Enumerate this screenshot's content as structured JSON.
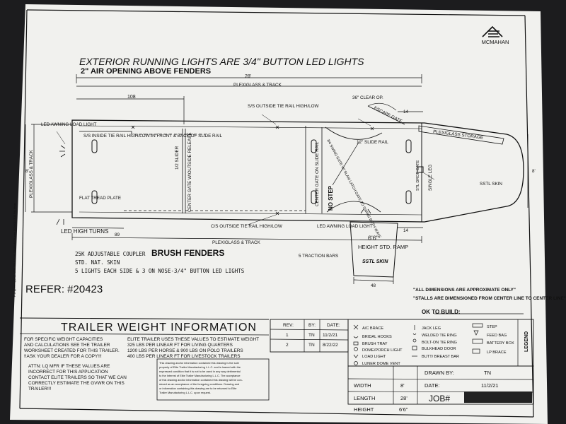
{
  "logo": {
    "name": "MCMAHAN",
    "mark": "E"
  },
  "notes": {
    "line1": "EXTERIOR RUNNING LIGHTS ARE 3/4\" BUTTON LED LIGHTS",
    "line2": "2\" AIR OPENING ABOVE FENDERS"
  },
  "dims": {
    "overall_length": "28'",
    "front_section": "108",
    "left_width": "8'",
    "right_width": "8'",
    "bottom_left": "89",
    "clear_op": "36\" CLEAR OP.",
    "dim_14_top": "14",
    "dim_14_bottom": "14",
    "ramp_width": "48"
  },
  "plan_labels": {
    "plexiglass_top": "PLEXIGLASS & TRACK",
    "plexiglass_bottom": "PLEXIGLASS & TRACK",
    "plexiglass_side": "PLEXIGLASS & TRACK",
    "ss_outside_tie": "S/S OUTSIDE TIE RAIL HIGH/LOW",
    "escape_gate": "ESCAPE GATE",
    "led_awning_top": "LED AWNING LOAD LIGHT",
    "ss_inside_tie": "S/S INSIDE TIE RAIL HIGH/LOW-IN FRONT & BACK OF SLIDE RAIL",
    "slider": "1/2 SLIDER",
    "center_gate_release": "CENTER GATE W/OUTSIDE RELEASE",
    "center_gate_rail": "CENTER GATE ON SLIDE RAIL",
    "no_step": "NO STEP",
    "swing_gate": "3/4 SWING GATE W/ SLAM LATCH GATE TO SWING BOTH WAYS",
    "slide_rail": "12\" SLIDE RAIL",
    "drop_gate": "STL DROP GATE",
    "single_leg": "SINGLE LEG",
    "plexiglass_storage": "PLEXIGLASS STORAGE",
    "sstl_skin": "SSTL SKIN",
    "flat_tread": "FLAT TREAD PLATE",
    "led_high_turns": "LED HIGH TURNS",
    "cs_outside_tie": "C/S OUTSIDE TIE RAIL HIGH/LOW",
    "led_awning_bottom": "LED AWNING LOAD LIGHT",
    "ramp_height": "6'6\"",
    "ramp_label": "HEIGHT STD. RAMP",
    "ramp_skin": "SSTL SKIN"
  },
  "specs": {
    "coupler": "25K ADJUSTABLE COUPLER",
    "skin": "STD. NAT. SKIN",
    "lights": "5 LIGHTS EACH SIDE & 3 ON NOSE-3/4\" BUTTON LED LIGHTS",
    "fenders": "BRUSH FENDERS",
    "traction": "5 TRACTION BARS"
  },
  "disclaimers": {
    "approx": "\"ALL DIMENSIONS ARE APPROXIMATE ONLY\"",
    "stalls": "\"STALLS ARE DIMENSIONED FROM CENTER LINE TO CENTER LINE\""
  },
  "refer": "REFER: #20423",
  "ok_to_build": "OK TO BUILD:",
  "weight": {
    "title": "TRAILER WEIGHT INFORMATION",
    "left": [
      "FOR SPECIFIC WEIGHT CAPACITIES",
      "AND CALCULATIONS SEE THE TRAILER",
      "WORKSHEET CREATED FOR THIS TRAILER.",
      "!!ASK YOUR DEALER FOR A COPY!!!"
    ],
    "right": [
      "ELITE TRAILER USES THESE VALUES TO ESTIMATE WEIGHT",
      "325 LBS PER LINEAR FT FOR LIVING QUARTERS",
      "1200 LBS PER HORSE & 900 LBS ON POLO TRAILERS",
      "400 LBS PER LINEAR FT FOR LIVESTOCK TRAILERS"
    ],
    "attn": [
      "ATTN: LQ MFR IF THESE VALUES ARE",
      "INCORRECT FOR THIS APPLICATION",
      "CONTACT ELITE TRAILERS SO THAT WE CAN",
      "CORRECTLY ESTIMATE THE GVWR ON THIS",
      "TRAILER!!!"
    ],
    "legal": [
      "This drawing and/or information contained this drawing is the sole",
      "property of Elite Trailer Manufacturing L.L.C. and is loaned with the",
      "expressed condition that it is not to be used in any way detrimental",
      "to the Interest of Elite Trailer Manufacturing L.L.C. The acceptance",
      "of this drawing and/or information contained this drawing will be con-",
      "strued as an acceptance of the foregoing conditions. Drawing and",
      "or information containing this drawing are to be returned to Elite",
      "Trailer Manufacturing L.L.C. upon request."
    ]
  },
  "revisions": {
    "headers": [
      "REV:",
      "BY:",
      "DATE:"
    ],
    "rows": [
      [
        "1",
        "TN",
        "11/2/21"
      ],
      [
        "2",
        "TN",
        "8/22/22"
      ]
    ]
  },
  "legend": {
    "title": "LEGEND",
    "col1": [
      "A/C BRACE",
      "BRIDAL HOOKS",
      "BRUSH TRAY",
      "DOME/PORCH LIGHT",
      "LOAD LIGHT",
      "LUNER DOME VENT"
    ],
    "col2": [
      "JACK LEG",
      "WELDED TIE RING",
      "BOLT-ON TIE RING",
      "BULKHEAD DOOR",
      "BUTT/ BREAST BAR"
    ],
    "col3": [
      "STEP",
      "FEED BAG",
      "BATTERY BOX",
      "LP BRACE"
    ]
  },
  "titleblock": {
    "drawn_by_label": "DRAWN BY:",
    "drawn_by": "TN",
    "width_label": "WIDTH",
    "width": "8'",
    "date_label": "DATE:",
    "date": "11/2/21",
    "length_label": "LENGTH",
    "length": "28'",
    "height_label": "HEIGHT",
    "height": "6'6\"",
    "job_label": "JOB#"
  },
  "side_path": "P:\\Engineering\\2021 NEW TRAILS\\181-22\\480x480+Lanes 8/22/2022 3:23 PM, trinas",
  "colors": {
    "paper": "#f1f1ee",
    "ink": "#111111",
    "background": "#1c1c1e",
    "redaction": "#222222"
  }
}
